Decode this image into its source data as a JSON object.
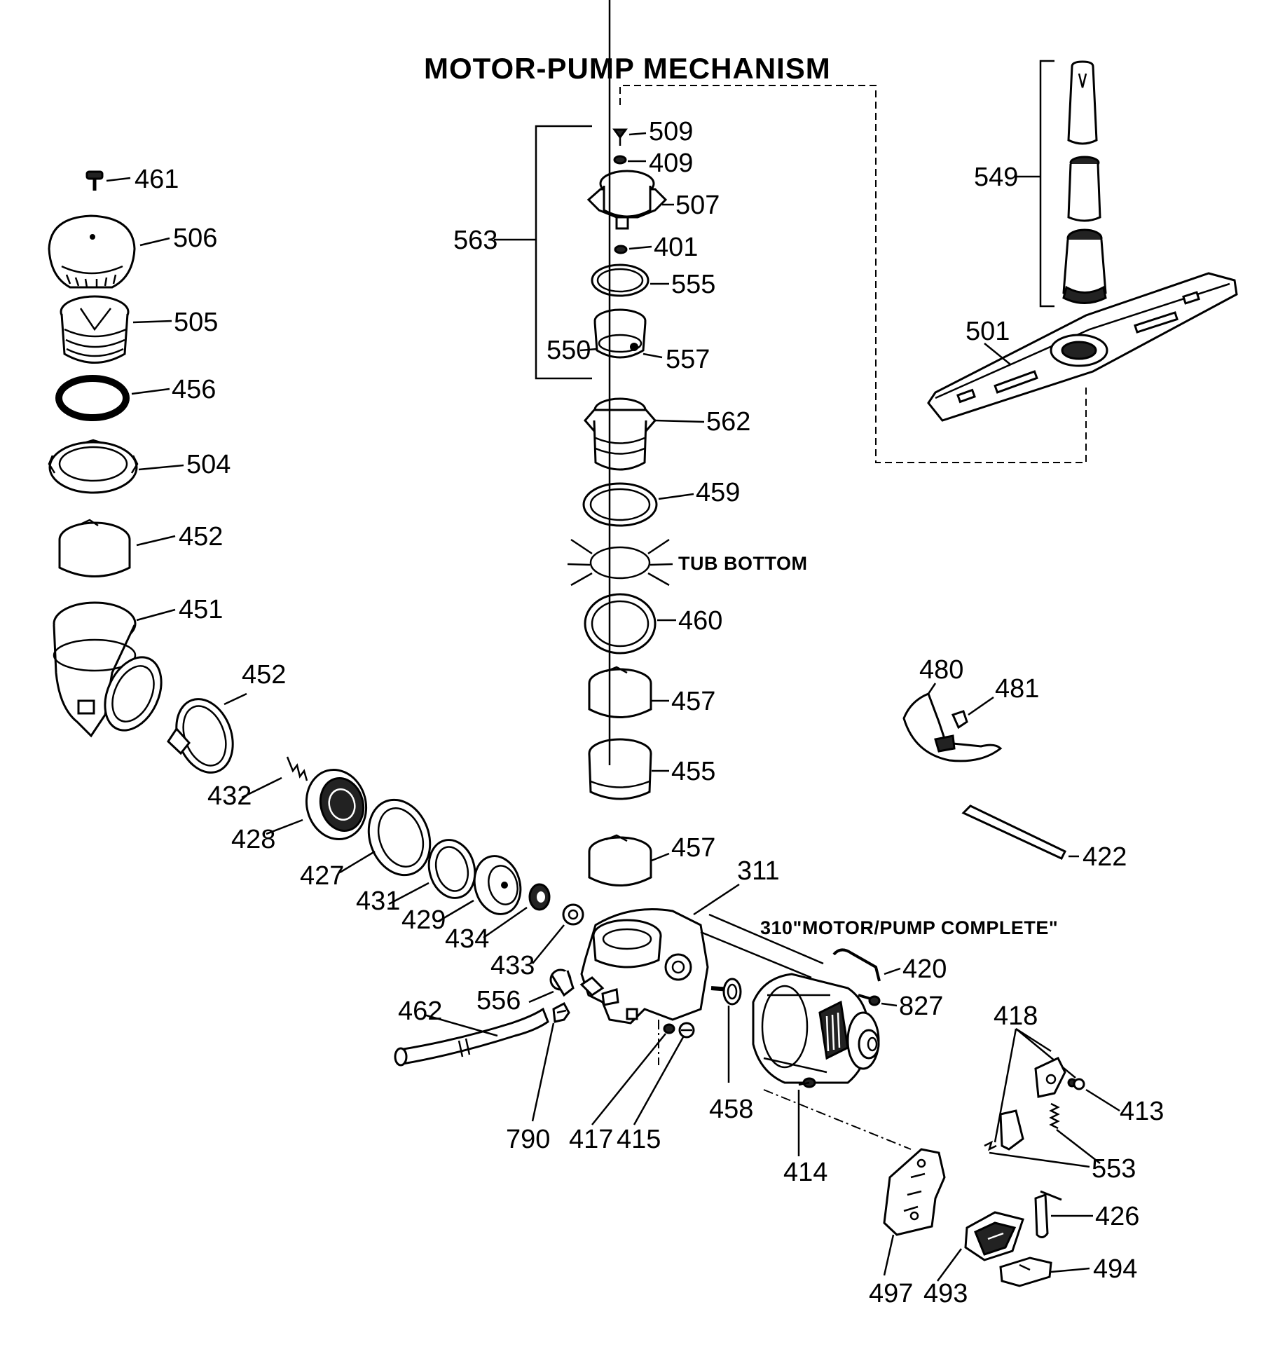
{
  "title": "MOTOR-PUMP MECHANISM",
  "labels": {
    "tub_bottom": "TUB BOTTOM",
    "motor_pump_complete": "310\"MOTOR/PUMP COMPLETE\""
  },
  "parts": [
    "461",
    "506",
    "505",
    "456",
    "504",
    "452",
    "451",
    "452",
    "432",
    "428",
    "427",
    "431",
    "429",
    "434",
    "433",
    "556",
    "462",
    "790",
    "417",
    "415",
    "509",
    "409",
    "507",
    "401",
    "563",
    "555",
    "550",
    "557",
    "562",
    "459",
    "460",
    "457",
    "455",
    "457",
    "311",
    "458",
    "414",
    "420",
    "827",
    "549",
    "501",
    "480",
    "481",
    "422",
    "418",
    "413",
    "553",
    "426",
    "497",
    "493",
    "494"
  ]
}
